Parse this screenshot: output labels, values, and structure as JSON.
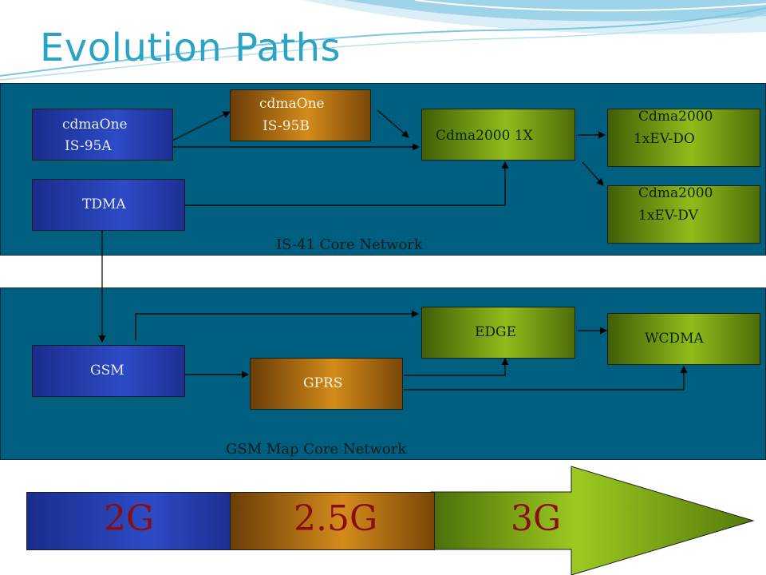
{
  "slide": {
    "title": "Evolution Paths"
  },
  "panels": {
    "is41": {
      "label": "IS-41 Core Network"
    },
    "gsm": {
      "label": "GSM Map Core Network"
    }
  },
  "nodes": {
    "cdmaone_95a": {
      "line1": "cdmaOne",
      "line2": "IS-95A"
    },
    "cdmaone_95b": {
      "line1": "cdmaOne",
      "line2": "IS-95B"
    },
    "tdma": {
      "line1": "TDMA"
    },
    "cdma2000_1x": {
      "line1": "Cdma2000 1X"
    },
    "ev_do": {
      "line1": "Cdma2000",
      "line2": "1xEV-DO"
    },
    "ev_dv": {
      "line1": "Cdma2000",
      "line2": "1xEV-DV"
    },
    "gsm": {
      "line1": "GSM"
    },
    "gprs": {
      "line1": "GPRS"
    },
    "edge": {
      "line1": "EDGE"
    },
    "wcdma": {
      "line1": "WCDMA"
    }
  },
  "generations": {
    "g2": "2G",
    "g25": "2.5G",
    "g3": "3G"
  },
  "colors": {
    "title": "#2aa3c4",
    "panel": "#005f7e",
    "generation_text": "#8a0d10"
  }
}
